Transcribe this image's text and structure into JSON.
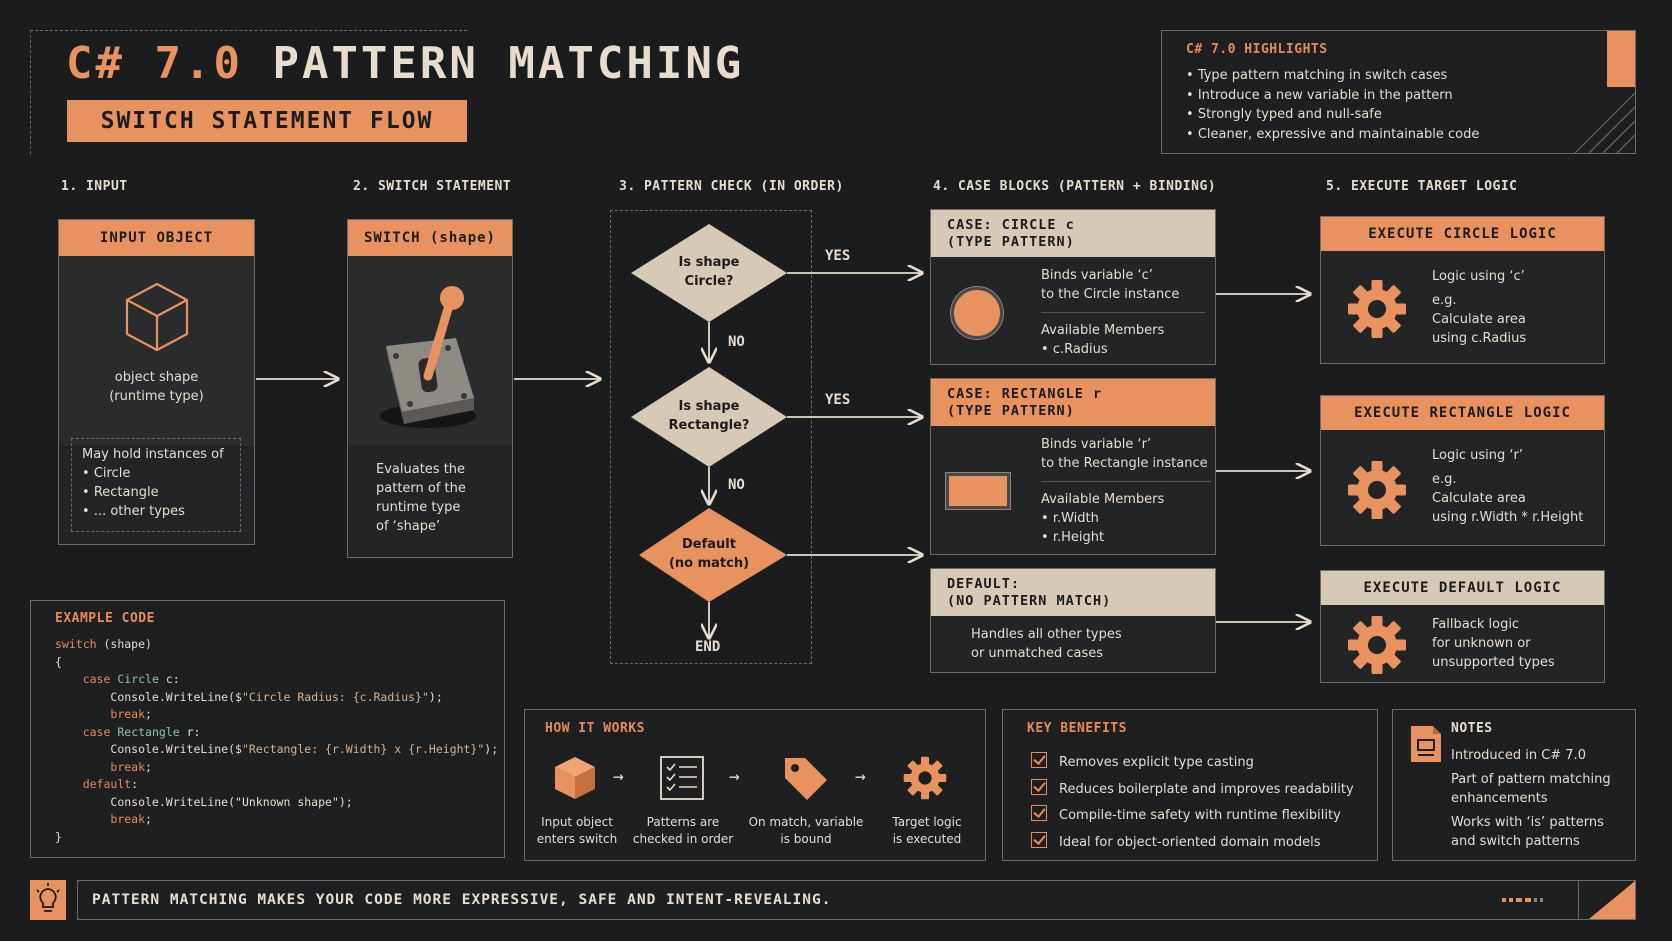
{
  "header": {
    "title_accent": "C# 7.0",
    "title_rest": "PATTERN MATCHING",
    "subtitle": "SWITCH STATEMENT FLOW"
  },
  "highlights": {
    "title": "C# 7.0 HIGHLIGHTS",
    "items": [
      "Type pattern matching in switch cases",
      "Introduce a new variable in the pattern",
      "Strongly typed and null-safe",
      "Cleaner, expressive and maintainable code"
    ]
  },
  "steps": [
    "1. INPUT",
    "2. SWITCH STATEMENT",
    "3. PATTERN CHECK (IN ORDER)",
    "4. CASE BLOCKS (PATTERN + BINDING)",
    "5. EXECUTE TARGET LOGIC"
  ],
  "input": {
    "header": "INPUT OBJECT",
    "caption_1": "object shape",
    "caption_2": "(runtime type)",
    "holds_title": "May hold instances of",
    "holds": [
      "Circle",
      "Rectangle",
      "... other types"
    ]
  },
  "switch": {
    "header": "SWITCH (shape)",
    "desc": [
      "Evaluates the",
      "pattern of the",
      "runtime type",
      "of ‘shape’"
    ]
  },
  "pattern_check": {
    "circle_q": [
      "Is shape",
      "Circle?"
    ],
    "rect_q": [
      "Is shape",
      "Rectangle?"
    ],
    "default_q": [
      "Default",
      "(no match)"
    ],
    "yes": "YES",
    "no": "NO",
    "end": "END"
  },
  "cases": {
    "circle": {
      "header_1": "CASE: CIRCLE c",
      "header_2": "(TYPE PATTERN)",
      "binds_1": "Binds variable ‘c’",
      "binds_2": "to the Circle instance",
      "members_title": "Available Members",
      "members": [
        "c.Radius"
      ]
    },
    "rect": {
      "header_1": "CASE: RECTANGLE r",
      "header_2": "(TYPE PATTERN)",
      "binds_1": "Binds variable ‘r’",
      "binds_2": "to the Rectangle instance",
      "members_title": "Available Members",
      "members": [
        "r.Width",
        "r.Height"
      ]
    },
    "default": {
      "header_1": "DEFAULT:",
      "header_2": "(NO PATTERN MATCH)",
      "text_1": "Handles all other types",
      "text_2": "or unmatched cases"
    }
  },
  "execute": {
    "circle": {
      "header": "EXECUTE CIRCLE LOGIC",
      "lines": [
        "Logic using ‘c’",
        "e.g.",
        "Calculate area",
        "using c.Radius"
      ]
    },
    "rect": {
      "header": "EXECUTE RECTANGLE LOGIC",
      "lines": [
        "Logic using ‘r’",
        "e.g.",
        "Calculate area",
        "using r.Width * r.Height"
      ]
    },
    "default": {
      "header": "EXECUTE DEFAULT LOGIC",
      "lines": [
        "Fallback logic",
        "for unknown or",
        "unsupported types"
      ]
    }
  },
  "code": {
    "title": "EXAMPLE CODE",
    "l1_kw": "switch",
    "l1_rest": " (shape)",
    "l2": "{",
    "l3_kw": "case",
    "l3_ty": "Circle",
    "l3_rest": " c:",
    "l4_a": "Console.WriteLine($",
    "l4_str": "\"Circle Radius: {c.Radius}\"",
    "l4_b": ");",
    "l5_kw": "break",
    "l5_rest": ";",
    "l6_kw": "case",
    "l6_ty": "Rectangle",
    "l6_rest": " r:",
    "l7_a": "Console.WriteLine($",
    "l7_str": "\"Rectangle: {r.Width} x {r.Height}\"",
    "l7_b": ");",
    "l8_kw": "break",
    "l8_rest": ";",
    "l9_kw": "default",
    "l9_rest": ":",
    "l10": "Console.WriteLine(\"Unknown shape\");",
    "l11_kw": "break",
    "l11_rest": ";",
    "l12": "}"
  },
  "how": {
    "title": "HOW IT WORKS",
    "steps": [
      [
        "Input object",
        "enters switch"
      ],
      [
        "Patterns are",
        "checked in order"
      ],
      [
        "On match, variable",
        "is bound"
      ],
      [
        "Target logic",
        "is executed"
      ]
    ]
  },
  "benefits": {
    "title": "KEY BENEFITS",
    "items": [
      "Removes explicit type casting",
      "Reduces boilerplate and improves readability",
      "Compile-time safety with runtime flexibility",
      "Ideal for object-oriented domain models"
    ]
  },
  "notes": {
    "title": "NOTES",
    "n1": "Introduced in C# 7.0",
    "n2_1": "Part of pattern matching",
    "n2_2": "enhancements",
    "n3_1": "Works with ‘is’ patterns",
    "n3_2": "and switch patterns"
  },
  "footer": {
    "text": "PATTERN MATCHING MAKES YOUR CODE MORE EXPRESSIVE, SAFE AND INTENT-REVEALING."
  },
  "colors": {
    "accent": "#e8935f",
    "beige": "#d6cab6",
    "background": "#1b1c1e"
  }
}
